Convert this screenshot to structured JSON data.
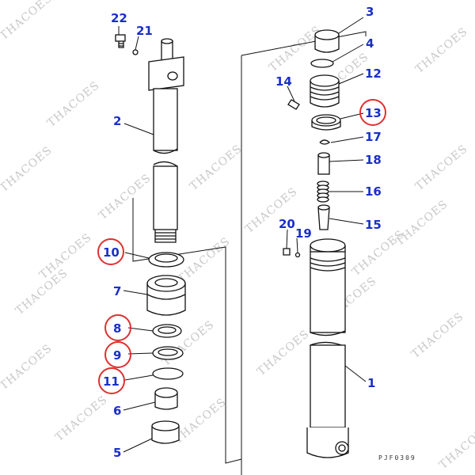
{
  "part_labels": {
    "p1": "1",
    "p2": "2",
    "p3": "3",
    "p4": "4",
    "p5": "5",
    "p6": "6",
    "p7": "7",
    "p8": "8",
    "p9": "9",
    "p10": "10",
    "p11": "11",
    "p12": "12",
    "p13": "13",
    "p14": "14",
    "p15": "15",
    "p16": "16",
    "p17": "17",
    "p18": "18",
    "p19": "19",
    "p20": "20",
    "p21": "21",
    "p22": "22"
  },
  "highlighted_labels": [
    "8",
    "9",
    "10",
    "11",
    "13"
  ],
  "drawing_code": "PJF0309",
  "watermark": "THACOES",
  "colors": {
    "label_blue": "#1a2fc8",
    "highlight_red": "#e03030",
    "line_black": "#111111",
    "watermark_gray": "#c8c8c8"
  }
}
